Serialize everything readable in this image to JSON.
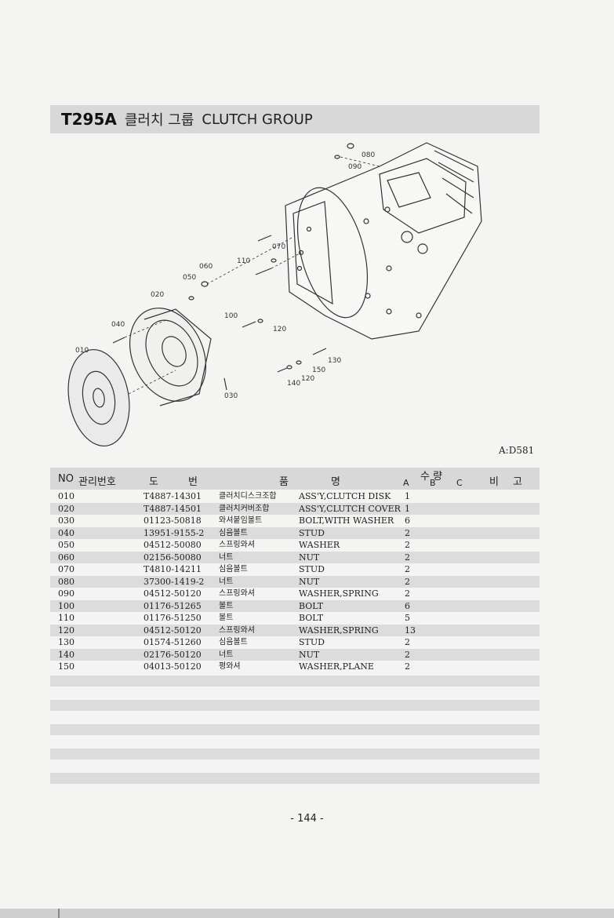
{
  "title": {
    "code": "T295A",
    "korean": "클러치 그룹",
    "english": "CLUTCH GROUP"
  },
  "diagram": {
    "reference": "A:D581",
    "callouts": [
      "010",
      "020",
      "030",
      "040",
      "050",
      "060",
      "070",
      "080",
      "090",
      "100",
      "110",
      "120",
      "130",
      "140",
      "150",
      "120"
    ]
  },
  "table": {
    "headers": {
      "no": "NO",
      "mgmt": "관리번호",
      "do": "도",
      "beon": "번",
      "pum": "품",
      "myeong": "명",
      "qty": "수  량",
      "a": "A",
      "b": "B",
      "c": "C",
      "bi": "비",
      "go": "고"
    },
    "rows": [
      {
        "no": "010",
        "part": "T4887-14301",
        "kr": "클러치디스크조합",
        "en": "ASS'Y,CLUTCH DISK",
        "qty": "1"
      },
      {
        "no": "020",
        "part": "T4887-14501",
        "kr": "클러치커버조합",
        "en": "ASS'Y,CLUTCH COVER",
        "qty": "1"
      },
      {
        "no": "030",
        "part": "01123-50818",
        "kr": "와셔붙임볼트",
        "en": "BOLT,WITH WASHER",
        "qty": "6"
      },
      {
        "no": "040",
        "part": "13951-9155-2",
        "kr": "심음볼트",
        "en": "STUD",
        "qty": "2"
      },
      {
        "no": "050",
        "part": "04512-50080",
        "kr": "스프링와셔",
        "en": "WASHER",
        "qty": "2"
      },
      {
        "no": "060",
        "part": "02156-50080",
        "kr": "너트",
        "en": "NUT",
        "qty": "2"
      },
      {
        "no": "070",
        "part": "T4810-14211",
        "kr": "심음볼트",
        "en": "STUD",
        "qty": "2"
      },
      {
        "no": "080",
        "part": "37300-1419-2",
        "kr": "너트",
        "en": "NUT",
        "qty": "2"
      },
      {
        "no": "090",
        "part": "04512-50120",
        "kr": "스프링와셔",
        "en": "WASHER,SPRING",
        "qty": "2"
      },
      {
        "no": "100",
        "part": "01176-51265",
        "kr": "볼트",
        "en": "BOLT",
        "qty": "6"
      },
      {
        "no": "110",
        "part": "01176-51250",
        "kr": "볼트",
        "en": "BOLT",
        "qty": "5"
      },
      {
        "no": "120",
        "part": "04512-50120",
        "kr": "스프링와셔",
        "en": "WASHER,SPRING",
        "qty": "13"
      },
      {
        "no": "130",
        "part": "01574-51260",
        "kr": "심음볼트",
        "en": "STUD",
        "qty": "2"
      },
      {
        "no": "140",
        "part": "02176-50120",
        "kr": "너트",
        "en": "NUT",
        "qty": "2"
      },
      {
        "no": "150",
        "part": "04013-50120",
        "kr": "평와셔",
        "en": "WASHER,PLANE",
        "qty": "2"
      }
    ]
  },
  "page_number": "- 144 -"
}
